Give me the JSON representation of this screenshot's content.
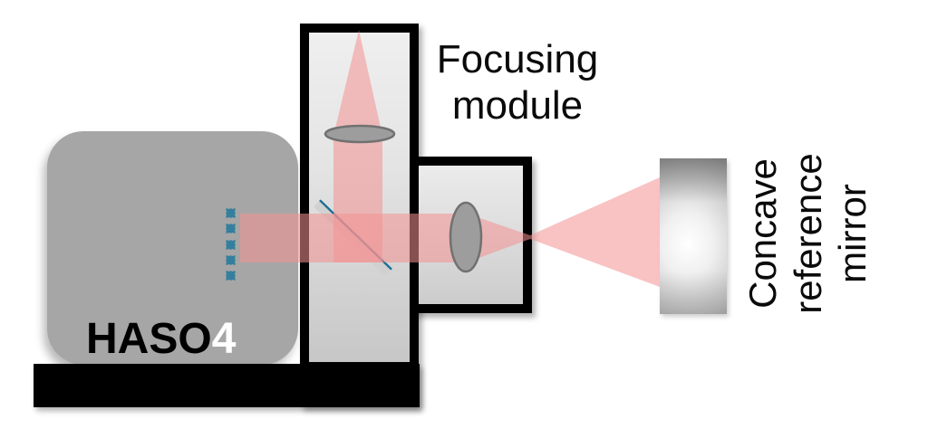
{
  "labels": {
    "device_name": "HASO",
    "device_version": "4",
    "focusing_module": "Focusing module",
    "reference_mirror": "Concave reference mirror"
  },
  "colors": {
    "beam_pink": "#F49292",
    "microlens_teal": "#347F9E",
    "beamsplitter_line_blue": "#1B6E94",
    "device_body_gray": "#A6A6A6",
    "panel_gray_light": "#EFEFEF",
    "panel_gray_dark": "#C7C7C7",
    "housing_black": "#000000",
    "lens_gray": "#9D9D9D",
    "label_text": "#0A0A0A"
  }
}
